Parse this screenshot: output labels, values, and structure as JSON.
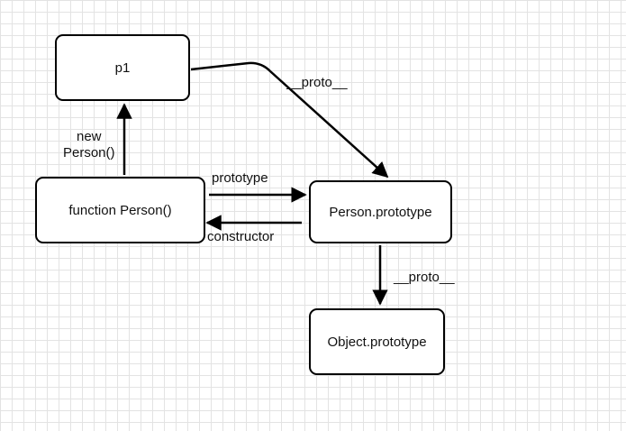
{
  "nodes": {
    "p1": "p1",
    "function_person": "function Person()",
    "person_prototype": "Person.prototype",
    "object_prototype": "Object.prototype"
  },
  "edges": {
    "new_person_line1": "new",
    "new_person_line2": "Person()",
    "proto_p1_to_person_prototype": "__proto__",
    "prototype": "prototype",
    "constructor": "constructor",
    "proto_person_to_object_prototype": "__proto__"
  }
}
